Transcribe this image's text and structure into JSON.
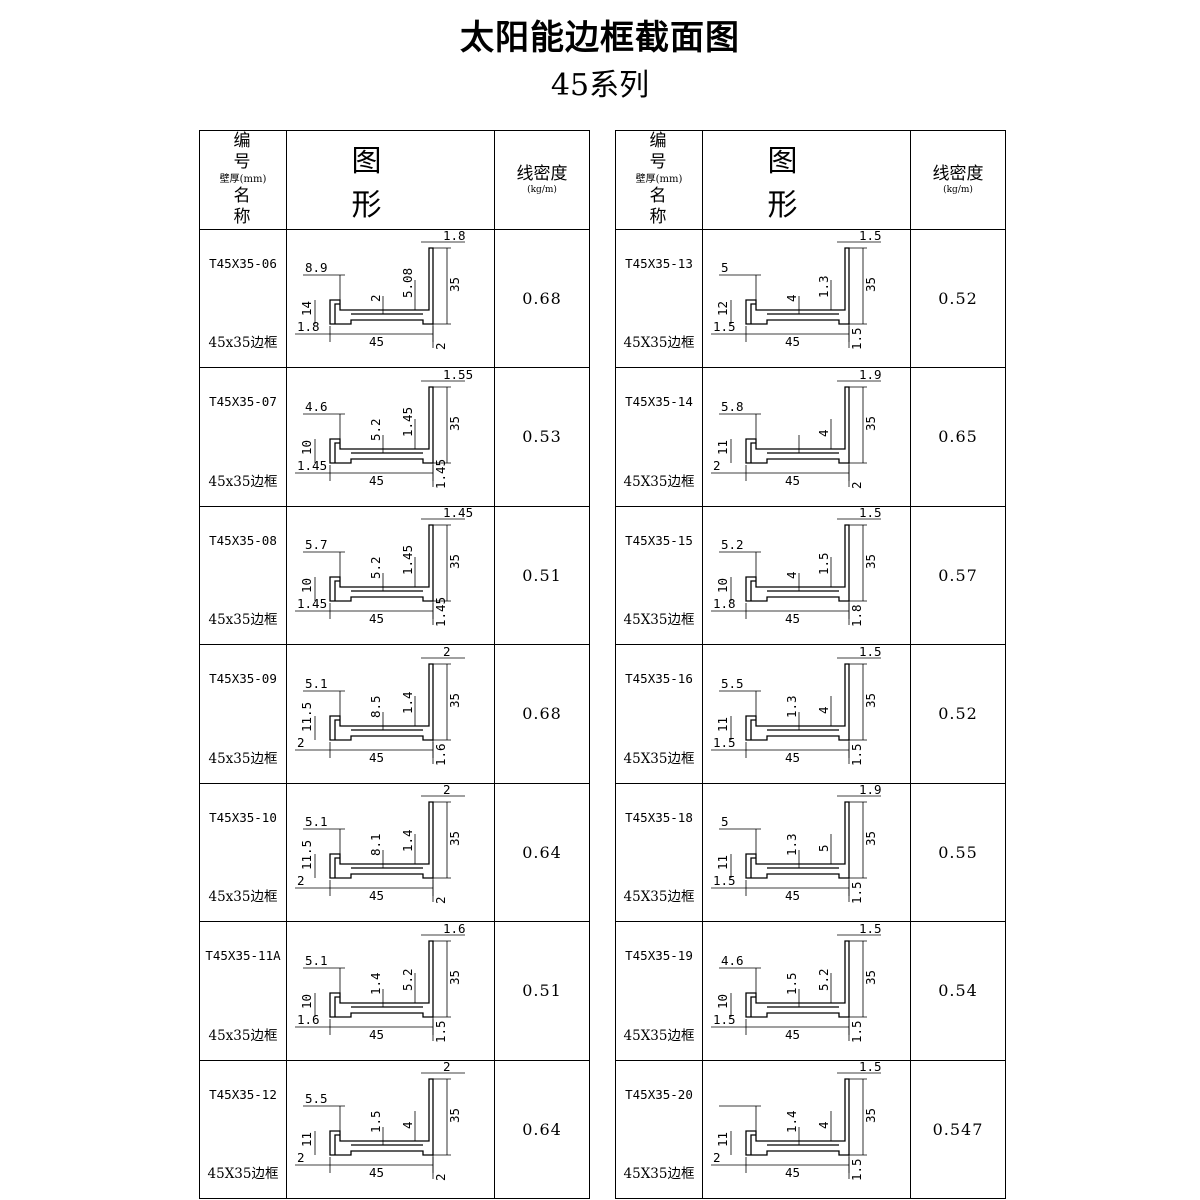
{
  "title": "太阳能边框截面图",
  "subtitle": "45系列",
  "header": {
    "name_line1": "编 号",
    "name_line2": "壁厚(mm)",
    "name_line3": "名 称",
    "shape": "图 形",
    "density_line1": "线密度",
    "density_line2": "(kg/m)"
  },
  "left_rows": [
    {
      "code": "T45X35-06",
      "frame": "45x35边框",
      "density": "0.68",
      "dims": {
        "top": "1.8",
        "lip": "8.9",
        "wall": "2",
        "inner": "5.08",
        "height": "35",
        "lipH": "14",
        "base": "1.8",
        "width": "45",
        "bot": "2"
      }
    },
    {
      "code": "T45X35-07",
      "frame": "45x35边框",
      "density": "0.53",
      "dims": {
        "top": "1.55",
        "lip": "4.6",
        "wall": "5.2",
        "inner": "1.45",
        "height": "35",
        "lipH": "10",
        "base": "1.45",
        "width": "45",
        "bot": "1.45"
      }
    },
    {
      "code": "T45X35-08",
      "frame": "45x35边框",
      "density": "0.51",
      "dims": {
        "top": "1.45",
        "lip": "5.7",
        "wall": "5.2",
        "inner": "1.45",
        "height": "35",
        "lipH": "10",
        "base": "1.45",
        "width": "45",
        "bot": "1.45"
      }
    },
    {
      "code": "T45X35-09",
      "frame": "45x35边框",
      "density": "0.68",
      "dims": {
        "top": "2",
        "lip": "5.1",
        "wall": "8.5",
        "inner": "1.4",
        "height": "35",
        "lipH": "11.5",
        "base": "2",
        "width": "45",
        "bot": "1.6"
      }
    },
    {
      "code": "T45X35-10",
      "frame": "45x35边框",
      "density": "0.64",
      "dims": {
        "top": "2",
        "lip": "5.1",
        "wall": "8.1",
        "inner": "1.4",
        "height": "35",
        "lipH": "11.5",
        "base": "2",
        "width": "45",
        "bot": "2"
      }
    },
    {
      "code": "T45X35-11A",
      "frame": "45x35边框",
      "density": "0.51",
      "dims": {
        "top": "1.6",
        "lip": "5.1",
        "wall": "1.4",
        "inner": "5.2",
        "height": "35",
        "lipH": "10",
        "base": "1.6",
        "width": "45",
        "bot": "1.5"
      }
    },
    {
      "code": "T45X35-12",
      "frame": "45X35边框",
      "density": "0.64",
      "dims": {
        "top": "2",
        "lip": "5.5",
        "wall": "1.5",
        "inner": "4",
        "height": "35",
        "lipH": "11",
        "base": "2",
        "width": "45",
        "bot": "2"
      }
    }
  ],
  "right_rows": [
    {
      "code": "T45X35-13",
      "frame": "45X35边框",
      "density": "0.52",
      "dims": {
        "top": "1.5",
        "lip": "5",
        "wall": "4",
        "inner": "1.3",
        "height": "35",
        "lipH": "12",
        "base": "1.5",
        "width": "45",
        "bot": "1.5"
      }
    },
    {
      "code": "T45X35-14",
      "frame": "45X35边框",
      "density": "0.65",
      "dims": {
        "top": "1.9",
        "lip": "5.8",
        "wall": "",
        "inner": "4",
        "height": "35",
        "lipH": "11",
        "base": "2",
        "width": "45",
        "bot": "2"
      }
    },
    {
      "code": "T45X35-15",
      "frame": "45X35边框",
      "density": "0.57",
      "dims": {
        "top": "1.5",
        "lip": "5.2",
        "wall": "4",
        "inner": "1.5",
        "height": "35",
        "lipH": "10",
        "base": "1.8",
        "width": "45",
        "bot": "1.8"
      }
    },
    {
      "code": "T45X35-16",
      "frame": "45X35边框",
      "density": "0.52",
      "dims": {
        "top": "1.5",
        "lip": "5.5",
        "wall": "1.3",
        "inner": "4",
        "height": "35",
        "lipH": "11",
        "base": "1.5",
        "width": "45",
        "bot": "1.5"
      }
    },
    {
      "code": "T45X35-18",
      "frame": "45X35边框",
      "density": "0.55",
      "dims": {
        "top": "1.9",
        "lip": "5",
        "wall": "1.3",
        "inner": "5",
        "height": "35",
        "lipH": "11",
        "base": "1.5",
        "width": "45",
        "bot": "1.5"
      }
    },
    {
      "code": "T45X35-19",
      "frame": "45X35边框",
      "density": "0.54",
      "dims": {
        "top": "1.5",
        "lip": "4.6",
        "wall": "1.5",
        "inner": "5.2",
        "height": "35",
        "lipH": "10",
        "base": "1.5",
        "width": "45",
        "bot": "1.5"
      }
    },
    {
      "code": "T45X35-20",
      "frame": "45X35边框",
      "density": "0.547",
      "dims": {
        "top": "1.5",
        "lip": "",
        "wall": "1.4",
        "inner": "4",
        "height": "35",
        "lipH": "11",
        "base": "2",
        "width": "45",
        "bot": "1.5"
      }
    }
  ]
}
